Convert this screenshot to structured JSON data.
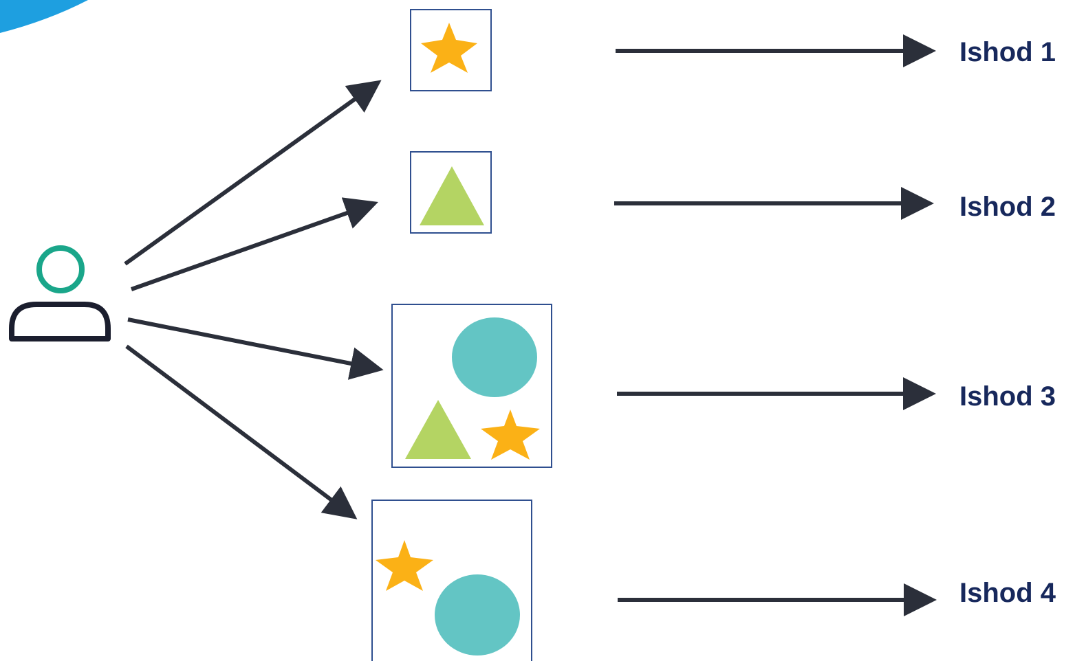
{
  "colors": {
    "arrow": "#2b2f3a",
    "box_border": "#2f4f8f",
    "label": "#17285c",
    "star": "#fbb116",
    "triangle": "#b4d463",
    "circle": "#63c5c4",
    "user_head": "#1aa68a",
    "user_body": "#1b1e2e",
    "corner_accent": "#1e9fe0"
  },
  "icons": {
    "user": "user-icon",
    "star": "star-icon",
    "triangle": "triangle-icon",
    "circle": "circle-icon"
  },
  "outcomes": [
    {
      "label": "Ishod 1",
      "shapes": [
        "star"
      ]
    },
    {
      "label": "Ishod 2",
      "shapes": [
        "triangle"
      ]
    },
    {
      "label": "Ishod 3",
      "shapes": [
        "circle",
        "triangle",
        "star"
      ]
    },
    {
      "label": "Ishod 4",
      "shapes": [
        "star",
        "circle"
      ]
    }
  ]
}
